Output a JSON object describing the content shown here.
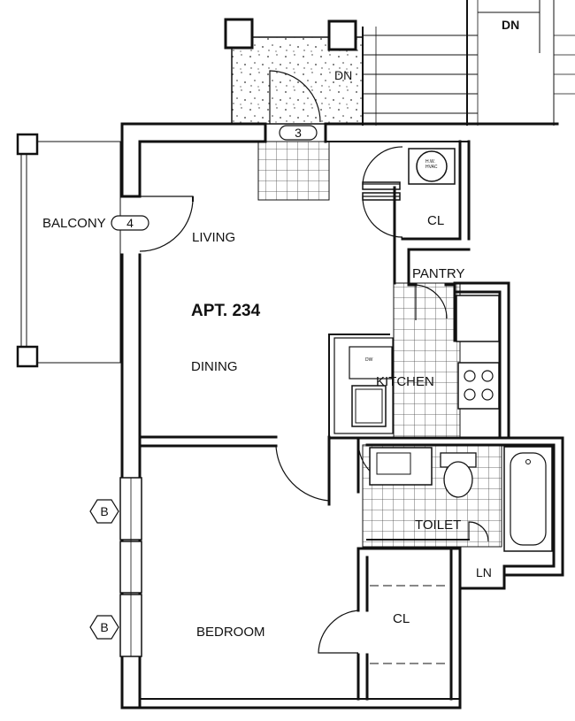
{
  "plan": {
    "unit_title": "APT. 234",
    "rooms": {
      "living": "LIVING",
      "dining": "DINING",
      "kitchen": "KITCHEN",
      "pantry": "PANTRY",
      "toilet": "TOILET",
      "bedroom": "BEDROOM",
      "closet_top": "CL",
      "closet_bedroom": "CL",
      "linen": "LN",
      "balcony": "BALCONY"
    },
    "stairs": {
      "down_label_left": "DN",
      "down_label_right": "DN"
    },
    "tags": {
      "door_3": "3",
      "door_4": "4",
      "window_b_upper": "B",
      "window_b_lower": "B"
    },
    "appliances": {
      "dishwasher": "DW",
      "water_heater_line1": "H.W.",
      "water_heater_line2": "HVAC"
    }
  }
}
